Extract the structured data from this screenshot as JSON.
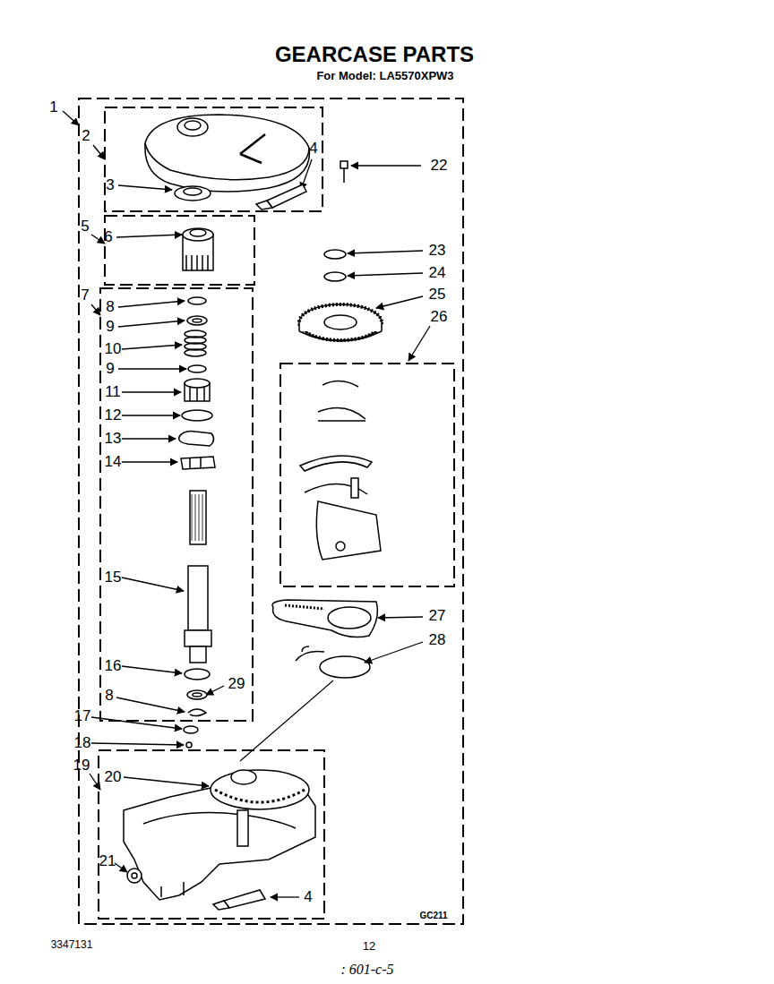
{
  "diagram": {
    "title": "GEARCASE PARTS",
    "labels": [
      "For Model: LA5570XPW3",
      "1",
      "2",
      "3",
      "4",
      "22",
      "5",
      "6",
      "7",
      "8",
      "9",
      "10",
      "9",
      "11",
      "12",
      "13",
      "14",
      "15",
      "16",
      "29",
      "8",
      "17",
      "18",
      "19",
      "20",
      "21",
      "4",
      "23",
      "24",
      "25",
      "26",
      "27",
      "28",
      "GC211",
      "3347131",
      "12",
      ": 601-c-5"
    ]
  }
}
